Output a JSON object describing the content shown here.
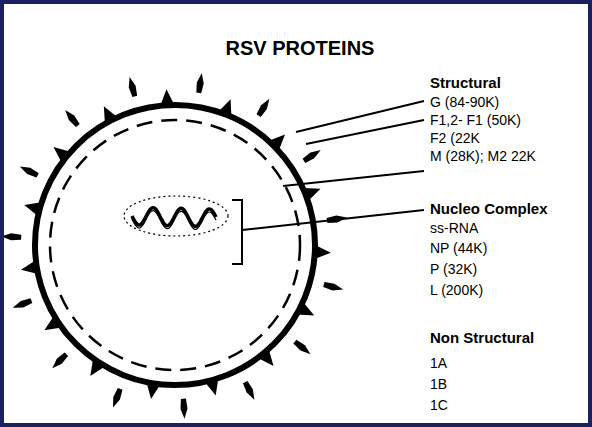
{
  "diagram": {
    "title": "RSV PROTEINS",
    "labels": [
      "Structural",
      "G (84-90K)",
      "F1,2- F1 (50K)",
      "F2 (22K",
      "M (28K); M2 22K",
      "Nucleo Complex",
      "ss-RNA",
      "NP (44K)",
      "P (32K)",
      "L (200K)",
      "Non Structural",
      "1A",
      "1B",
      "1C"
    ]
  }
}
